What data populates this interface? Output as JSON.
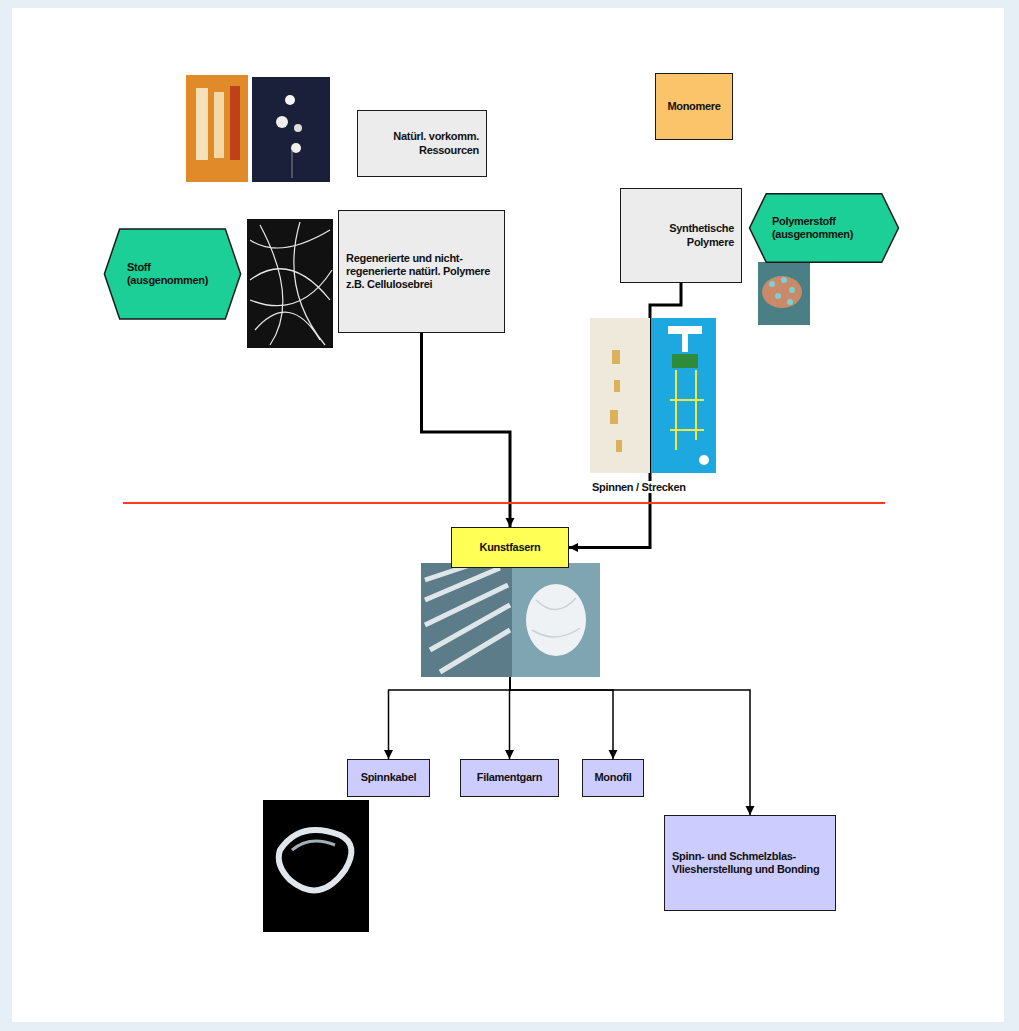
{
  "diagram": {
    "nodes": [
      {
        "text": [
          "Natürl. vorkomm. Ressourcen"
        ]
      },
      {
        "text": [
          "Monomere"
        ]
      },
      {
        "text": [
          "Stoff (ausgenommen)"
        ]
      },
      {
        "text": [
          "Regenerierte und nicht-regenerierte natürl. Polymere z.B. Cellulosebrei"
        ]
      },
      {
        "text": [
          "Synthetische Polymere"
        ]
      },
      {
        "text": [
          "Polymerstoff (ausgenommen)"
        ]
      },
      {
        "text": [
          "Kunstfasern"
        ]
      },
      {
        "text": [
          "Spinnkabel"
        ]
      },
      {
        "text": [
          "Filamentgarn"
        ]
      },
      {
        "text": [
          "Monofil"
        ]
      },
      {
        "text": [
          "Spinn- und Schmelzblas-Vliesherstellung und Bonding"
        ]
      }
    ],
    "edges": [
      {
        "from": 3,
        "to": 6,
        "arrow": "to"
      },
      {
        "from": 4,
        "to": 6,
        "arrow": "to"
      },
      {
        "from": 6,
        "to": 7,
        "arrow": "to"
      },
      {
        "from": 6,
        "to": 8,
        "arrow": "to"
      },
      {
        "from": 6,
        "to": 9,
        "arrow": "to"
      },
      {
        "from": 6,
        "to": 10,
        "arrow": "to"
      }
    ],
    "labels": [
      "Spinnen / Strecken"
    ]
  }
}
